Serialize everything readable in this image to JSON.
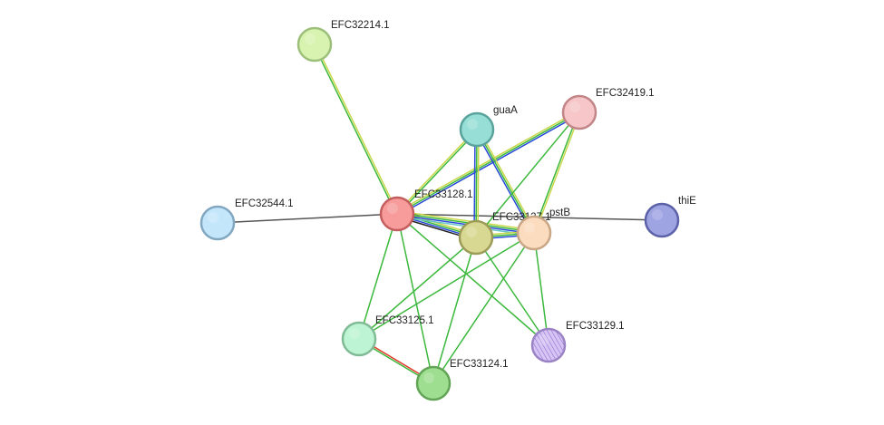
{
  "network": {
    "nodes": [
      {
        "id": "EFC32214.1",
        "label": "EFC32214.1",
        "fill": "#d8f3b0",
        "stroke": "#9cc07a"
      },
      {
        "id": "guaA",
        "label": "guaA",
        "fill": "#97ded6",
        "stroke": "#5aa39c"
      },
      {
        "id": "EFC32419.1",
        "label": "EFC32419.1",
        "fill": "#f6c6c8",
        "stroke": "#c28588"
      },
      {
        "id": "EFC32544.1",
        "label": "EFC32544.1",
        "fill": "#c4e6fb",
        "stroke": "#82a8c1"
      },
      {
        "id": "EFC33128.1",
        "label": "EFC33128.1",
        "fill": "#f79b9b",
        "stroke": "#c45e5e"
      },
      {
        "id": "EFC33127.1",
        "label": "EFC33127.1",
        "fill": "#d9d892",
        "stroke": "#9c9b58"
      },
      {
        "id": "pstB",
        "label": "pstB",
        "fill": "#fcdcbf",
        "stroke": "#c9a684"
      },
      {
        "id": "thiE",
        "label": "thiE",
        "fill": "#9ea3e2",
        "stroke": "#5c62a8"
      },
      {
        "id": "EFC33125.1",
        "label": "EFC33125.1",
        "fill": "#bdf5d4",
        "stroke": "#80bb96"
      },
      {
        "id": "EFC33129.1",
        "label": "EFC33129.1",
        "fill": "#d6c4f4",
        "stroke": "#9a83c4"
      },
      {
        "id": "EFC33124.1",
        "label": "EFC33124.1",
        "fill": "#9ede90",
        "stroke": "#62a456"
      }
    ],
    "edges": [
      {
        "source": "EFC32214.1",
        "target": "EFC33128.1",
        "colors": [
          "#c8d84a",
          "#3cb83c"
        ]
      },
      {
        "source": "EFC33128.1",
        "target": "EFC32544.1",
        "colors": [
          "#555555"
        ]
      },
      {
        "source": "EFC33128.1",
        "target": "thiE",
        "colors": [
          "#555555"
        ]
      },
      {
        "source": "EFC33128.1",
        "target": "guaA",
        "colors": [
          "#c8d84a",
          "#3cb83c"
        ]
      },
      {
        "source": "EFC33128.1",
        "target": "EFC32419.1",
        "colors": [
          "#c8d84a",
          "#3cb83c",
          "#2a4ad8"
        ]
      },
      {
        "source": "EFC33128.1",
        "target": "EFC33127.1",
        "colors": [
          "#c8d84a",
          "#3cb83c",
          "#2a4ad8",
          "#222222"
        ]
      },
      {
        "source": "EFC33128.1",
        "target": "pstB",
        "colors": [
          "#c8d84a",
          "#3cb83c",
          "#2a4ad8",
          "#66c4c4"
        ]
      },
      {
        "source": "EFC33128.1",
        "target": "EFC33125.1",
        "colors": [
          "#3cb83c"
        ]
      },
      {
        "source": "EFC33128.1",
        "target": "EFC33124.1",
        "colors": [
          "#3cb83c"
        ]
      },
      {
        "source": "EFC33128.1",
        "target": "EFC33129.1",
        "colors": [
          "#3cb83c"
        ]
      },
      {
        "source": "guaA",
        "target": "EFC33127.1",
        "colors": [
          "#c8d84a",
          "#3cb83c",
          "#2a4ad8"
        ]
      },
      {
        "source": "guaA",
        "target": "pstB",
        "colors": [
          "#c8d84a",
          "#3cb83c",
          "#2a4ad8"
        ]
      },
      {
        "source": "EFC32419.1",
        "target": "EFC33127.1",
        "colors": [
          "#3cb83c"
        ]
      },
      {
        "source": "EFC32419.1",
        "target": "pstB",
        "colors": [
          "#c8d84a",
          "#3cb83c"
        ]
      },
      {
        "source": "EFC33127.1",
        "target": "pstB",
        "colors": [
          "#c8d84a",
          "#3cb83c",
          "#2a4ad8"
        ]
      },
      {
        "source": "EFC33127.1",
        "target": "EFC33125.1",
        "colors": [
          "#3cb83c"
        ]
      },
      {
        "source": "EFC33127.1",
        "target": "EFC33124.1",
        "colors": [
          "#3cb83c"
        ]
      },
      {
        "source": "EFC33127.1",
        "target": "EFC33129.1",
        "colors": [
          "#3cb83c"
        ]
      },
      {
        "source": "pstB",
        "target": "EFC33125.1",
        "colors": [
          "#3cb83c"
        ]
      },
      {
        "source": "pstB",
        "target": "EFC33124.1",
        "colors": [
          "#3cb83c"
        ]
      },
      {
        "source": "pstB",
        "target": "EFC33129.1",
        "colors": [
          "#3cb83c"
        ]
      },
      {
        "source": "EFC33125.1",
        "target": "EFC33124.1",
        "colors": [
          "#e03a2a",
          "#3cb83c"
        ]
      }
    ]
  }
}
